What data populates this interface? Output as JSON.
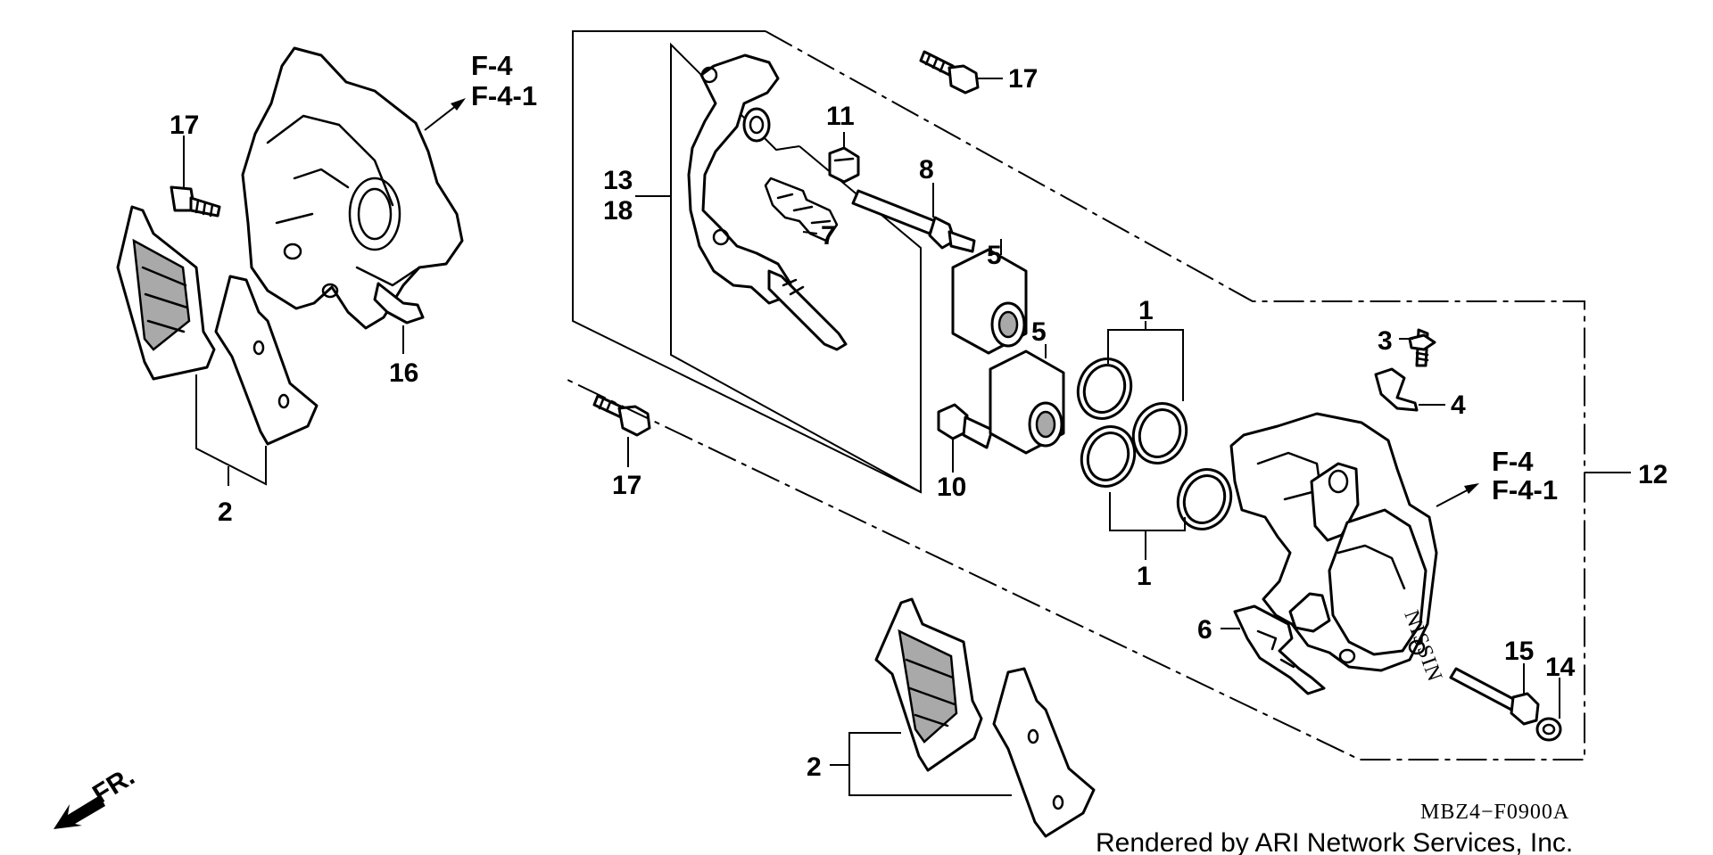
{
  "diagram": {
    "callouts": {
      "c17a": "17",
      "c17b": "17",
      "c17c": "17",
      "c2a": "2",
      "c2b": "2",
      "c16": "16",
      "c13": "13",
      "c18": "18",
      "c7": "7",
      "c11": "11",
      "c8": "8",
      "c5a": "5",
      "c5b": "5",
      "c10": "10",
      "c1a": "1",
      "c1b": "1",
      "c3": "3",
      "c4": "4",
      "c12": "12",
      "c6": "6",
      "c15": "15",
      "c14": "14"
    },
    "refs": {
      "left_a": "F-4",
      "left_b": "F-4-1",
      "right_a": "F-4",
      "right_b": "F-4-1"
    },
    "front_marker": "FR.",
    "caliper_brand": "NISSIN",
    "diagram_code": "MBZ4−F0900A",
    "credit": "Rendered by ARI Network Services, Inc."
  }
}
